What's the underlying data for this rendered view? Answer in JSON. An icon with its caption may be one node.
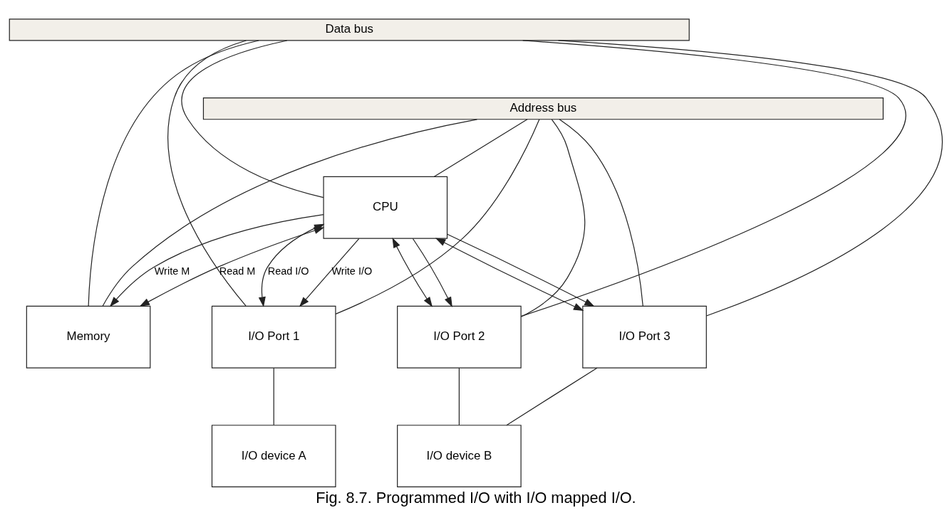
{
  "diagram": {
    "caption": "Fig. 8.7. Programmed I/O with I/O mapped I/O.",
    "nodes": [
      {
        "text": [
          "Data bus"
        ]
      },
      {
        "text": [
          "Address bus"
        ]
      },
      {
        "text": [
          "Memory"
        ]
      },
      {
        "text": [
          "CPU"
        ]
      },
      {
        "text": [
          "I/O Port 1"
        ]
      },
      {
        "text": [
          "I/O Port 2"
        ]
      },
      {
        "text": [
          "I/O Port 3"
        ]
      },
      {
        "text": [
          "I/O device A"
        ]
      },
      {
        "text": [
          "I/O device B"
        ]
      }
    ],
    "edges": [
      {
        "from": 2,
        "to": 1,
        "arrow": "none"
      },
      {
        "from": 2,
        "to": 0,
        "arrow": "none"
      },
      {
        "from": 3,
        "to": 2,
        "arrow": "both",
        "label": "Read M"
      },
      {
        "from": 3,
        "to": 2,
        "arrow": "to",
        "label": "Write M"
      },
      {
        "from": 3,
        "to": 1,
        "arrow": "none"
      },
      {
        "from": 3,
        "to": 0,
        "arrow": "none"
      },
      {
        "from": 3,
        "to": 4,
        "arrow": "both",
        "label": "Read I/O"
      },
      {
        "from": 3,
        "to": 5,
        "arrow": "both"
      },
      {
        "from": 3,
        "to": 6,
        "arrow": "both"
      },
      {
        "from": 3,
        "to": 4,
        "arrow": "to",
        "label": "Write I/O"
      },
      {
        "from": 3,
        "to": 5,
        "arrow": "to"
      },
      {
        "from": 3,
        "to": 6,
        "arrow": "to"
      },
      {
        "from": 4,
        "to": 1,
        "arrow": "none"
      },
      {
        "from": 4,
        "to": 0,
        "arrow": "none"
      },
      {
        "from": 5,
        "to": 1,
        "arrow": "none"
      },
      {
        "from": 5,
        "to": 0,
        "arrow": "none"
      },
      {
        "from": 6,
        "to": 1,
        "arrow": "none"
      },
      {
        "from": 6,
        "to": 0,
        "arrow": "none"
      },
      {
        "from": 4,
        "to": 7,
        "arrow": "none"
      },
      {
        "from": 5,
        "to": 8,
        "arrow": "none"
      },
      {
        "from": 6,
        "to": 8,
        "arrow": "none"
      }
    ]
  }
}
